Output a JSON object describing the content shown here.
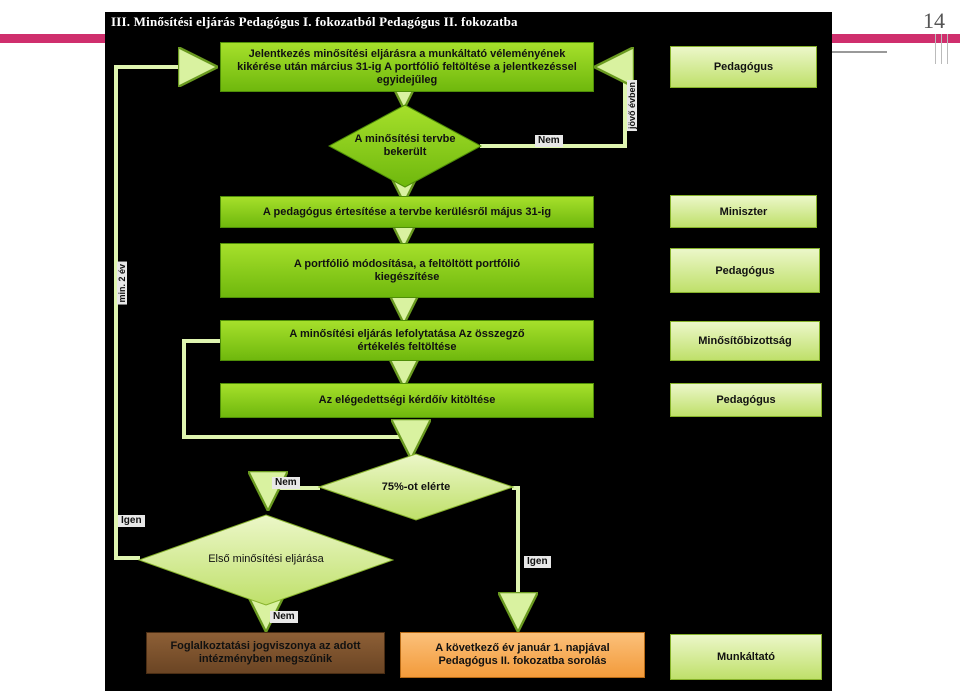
{
  "slide": {
    "number": "14"
  },
  "title": "III. Minősítési eljárás Pedagógus I. fokozatból Pedagógus II. fokozatba",
  "steps": {
    "apply": "Jelentkezés minősítési eljárásra a munkáltató véleményének kikérése után március 31-ig A portfólió feltöltése a jelentkezéssel egyidejűleg",
    "notify": "A pedagógus értesítése a tervbe kerülésről május 31-ig",
    "modify": "A portfólió módosítása, a feltöltött portfólió kiegészítése",
    "conduct": "A minősítési eljárás lefolytatása Az összegző értékelés feltöltése",
    "survey": "Az elégedettségi kérdőív kitöltése",
    "terminate": "Foglalkoztatási jogviszonya az adott intézményben megszűnik",
    "promote": "A következő év január 1. napjával Pedagógus II. fokozatba sorolás"
  },
  "decisions": {
    "in_plan": "A minősítési tervbe bekerült",
    "reached75": "75%-ot elérte",
    "first": "Első minősítési eljárása"
  },
  "edges": {
    "nem1": "Nem",
    "nem2": "Nem",
    "nem3": "Nem",
    "igen1": "Igen",
    "igen2": "Igen",
    "next_year": "jövő évben",
    "years2": "min. 2 év"
  },
  "roles": [
    "Pedagógus",
    "Miniszter",
    "Pedagógus",
    "Minősítőbizottság",
    "Pedagógus",
    "Munkáltató"
  ],
  "colors": {
    "accent": "#d6336c",
    "step_green": "#8ccf1f",
    "role_fill": "#d9efa3",
    "terminate": "#7a5230",
    "promote": "#f5a84b"
  }
}
